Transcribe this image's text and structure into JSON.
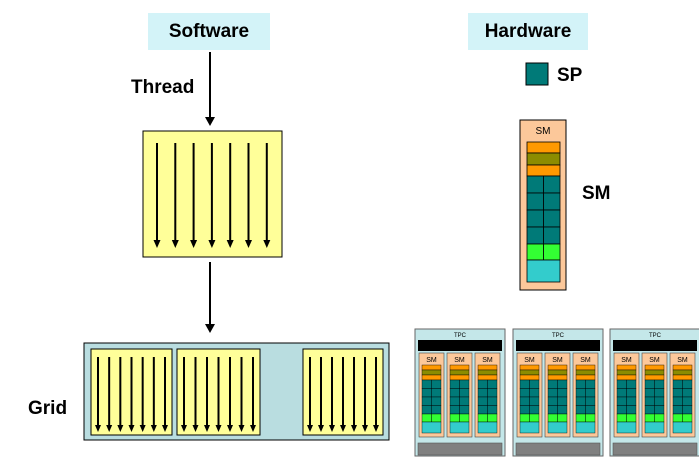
{
  "headers": {
    "software": "Software",
    "hardware": "Hardware"
  },
  "labels": {
    "thread": "Thread",
    "sm": "SM",
    "sp": "SP",
    "grid": "Grid",
    "ellipsis": "..."
  },
  "sm_block": {
    "title": "SM"
  },
  "tpc": {
    "title": "TPC",
    "sm_title": "SM",
    "count": 3,
    "sms_per_tpc": 3
  },
  "colors": {
    "header_bg": "#d3f3f8",
    "block_fill": "#ffff99",
    "grid_bg": "#b9dde0",
    "sp_teal": "#007a78",
    "sm_bg": "#fcc89a",
    "orange": "#ff9900",
    "olive": "#8c8c00",
    "green": "#33ff33",
    "cyan": "#33cccc",
    "tpc_bg": "#c4e7e9",
    "tpc_bar": "#000000",
    "tpc_bottom": "#808080"
  }
}
